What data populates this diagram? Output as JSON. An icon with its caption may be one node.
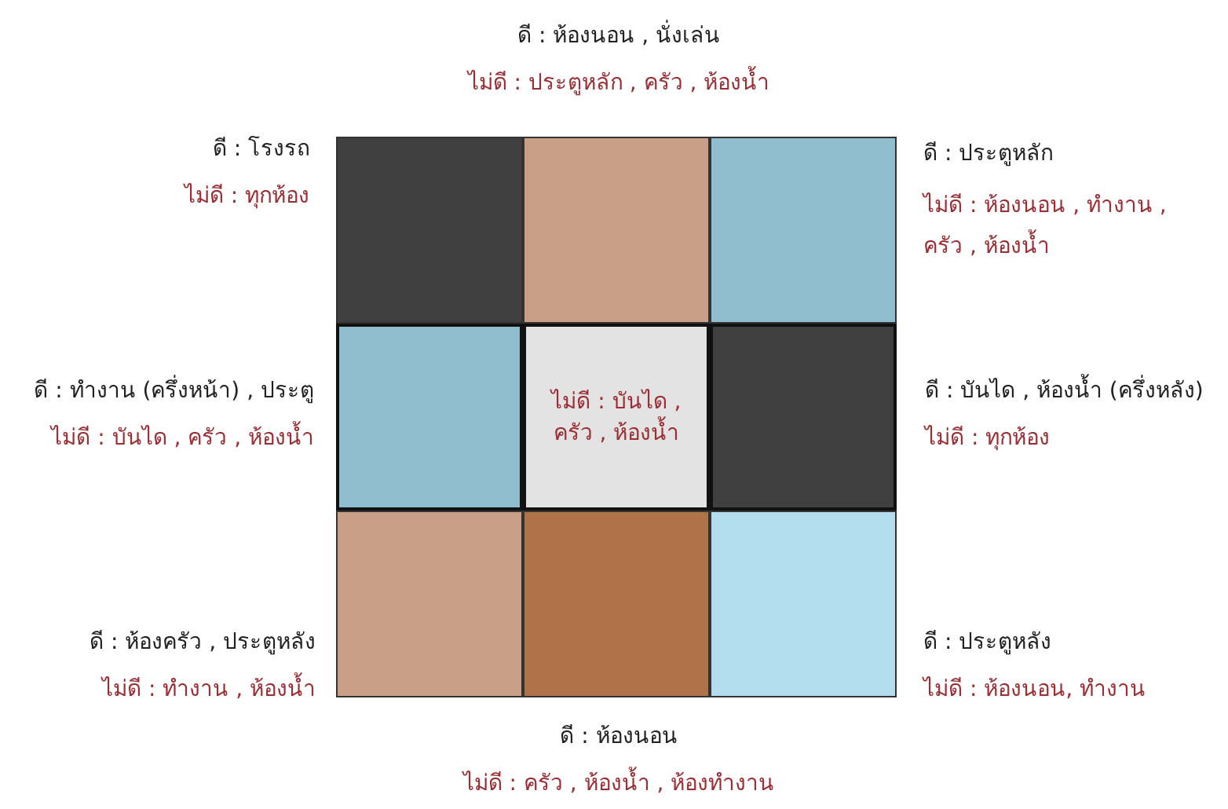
{
  "diagram": {
    "nodes": [
      {
        "text": [],
        "shape": "box",
        "beside": [
          "ดี : โรงรถ",
          "ไม่ดี : ทุกห้อง"
        ]
      },
      {
        "text": [],
        "shape": "box",
        "beside": [
          "ดี : ห้องนอน , นั่งเล่น",
          "ไม่ดี : ประตูหลัก , ครัว , ห้องน้ำ"
        ]
      },
      {
        "text": [],
        "shape": "box",
        "beside": [
          "ดี : ประตูหลัก",
          "ไม่ดี : ห้องนอน , ทำงาน , ครัว , ห้องน้ำ"
        ]
      },
      {
        "text": [],
        "shape": "box",
        "beside": [
          "ดี : ทำงาน (ครึ่งหน้า) , ประตู",
          "ไม่ดี : บันได , ครัว , ห้องน้ำ"
        ]
      },
      {
        "text": [
          "ไม่ดี : บันได , ครัว , ห้องน้ำ"
        ]
      },
      {
        "text": [],
        "shape": "box",
        "beside": [
          "ดี : บันได , ห้องน้ำ (ครึ่งหลัง)",
          "ไม่ดี : ทุกห้อง"
        ]
      },
      {
        "text": [],
        "shape": "box",
        "beside": [
          "ดี : ห้องครัว , ประตูหลัง",
          "ไม่ดี : ทำงาน , ห้องน้ำ"
        ]
      },
      {
        "text": [],
        "shape": "box",
        "beside": [
          "ดี : ห้องนอน",
          "ไม่ดี : ครัว , ห้องน้ำ , ห้องทำงาน"
        ]
      },
      {
        "text": [],
        "shape": "box",
        "beside": [
          "ดี : ประตูหลัง",
          "ไม่ดี : ห้องนอน, ทำงาน"
        ]
      }
    ]
  }
}
